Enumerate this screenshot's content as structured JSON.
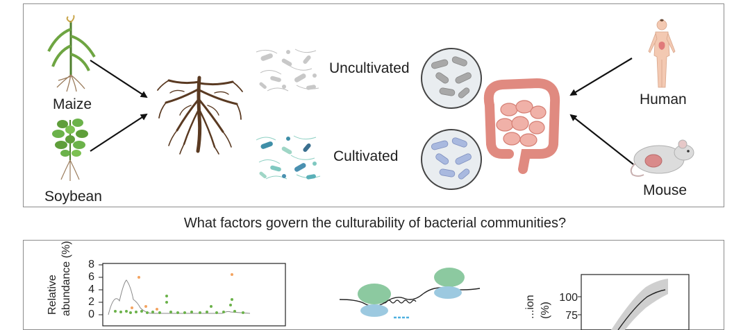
{
  "sources": {
    "maize": "Maize",
    "soybean": "Soybean",
    "human": "Human",
    "mouse": "Mouse"
  },
  "states": {
    "uncultivated": "Uncultivated",
    "cultivated": "Cultivated"
  },
  "question": "What factors govern the culturability of bacterial communities?",
  "plot_left": {
    "ylabel_line1": "Relative",
    "ylabel_line2": "abundance (%)",
    "ticks": [
      "8",
      "6",
      "4",
      "2",
      "0"
    ]
  },
  "plot_right": {
    "ylabel_line1": "...ion",
    "ylabel_line2": "(%)",
    "ticks": [
      "100",
      "75"
    ]
  },
  "colors": {
    "border": "#8c8c8c",
    "root": "#5a3a22",
    "gut": "#e99a90",
    "green": "#6bb24a",
    "orange": "#f4a460",
    "teal": "#8ccfc2",
    "ribosome_green": "#8cc9a0",
    "ribosome_blue": "#9cc9e0"
  }
}
